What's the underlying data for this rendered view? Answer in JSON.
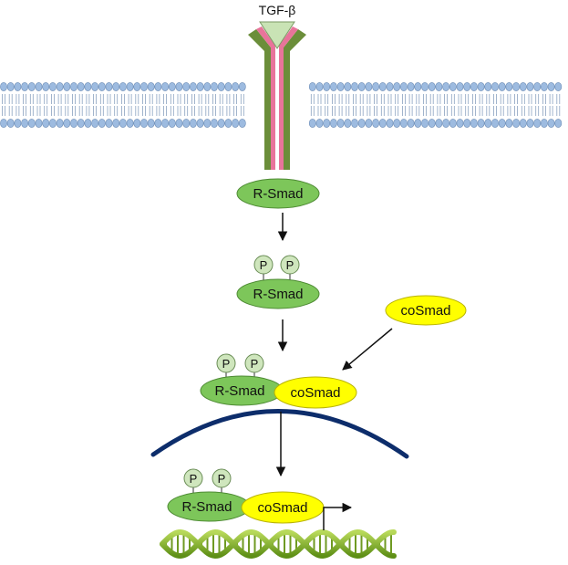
{
  "ligand": {
    "label": "TGF-β"
  },
  "nodes": {
    "rsmad_inactive": "R-Smad",
    "rsmad_phospho": "R-Smad",
    "cosmad_free": "coSmad",
    "complex_rsmad": "R-Smad",
    "complex_cosmad": "coSmad",
    "nuclear_rsmad": "R-Smad",
    "nuclear_cosmad": "coSmad"
  },
  "phosphate_label": "P",
  "colors": {
    "rsmad_fill": "#7dc65a",
    "rsmad_stroke": "#4d8a33",
    "cosmad_fill": "#ffff00",
    "cosmad_stroke": "#b8b200",
    "phosphate_fill": "#cfe6bd",
    "receptor_outer": "#6b8e3a",
    "receptor_inner": "#e8749a",
    "ligand_fill": "#c9e3b5",
    "membrane_head": "#9dbbe0",
    "nucleus_envelope": "#0d2d6b",
    "dna_green": "#8fbf2a"
  }
}
